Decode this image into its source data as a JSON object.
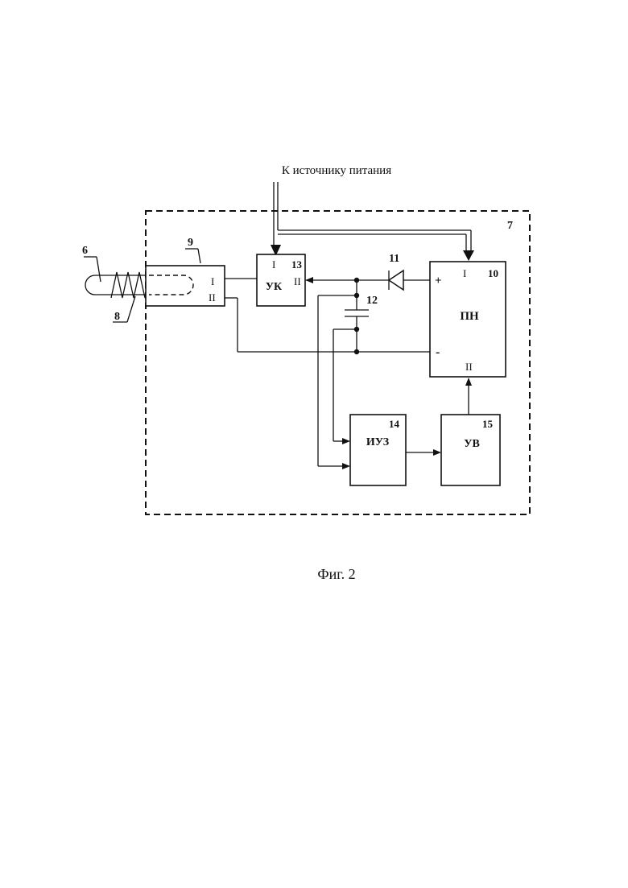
{
  "diagram": {
    "power_label": "К источнику питания",
    "caption": "Фиг. 2",
    "enclosure_number": "7",
    "callouts": {
      "rod": "6",
      "coil": "8",
      "sensor": "9",
      "diode": "11",
      "capacitor": "12"
    },
    "blocks": {
      "sensor": {
        "terminal_1": "I",
        "terminal_2": "II"
      },
      "uk": {
        "name": "УК",
        "number": "13",
        "terminal_1": "I",
        "terminal_2": "II"
      },
      "pn": {
        "name": "ПН",
        "number": "10",
        "terminal_1": "I",
        "terminal_2": "II",
        "plus": "+",
        "minus": "-"
      },
      "iuz": {
        "name": "ИУЗ",
        "number": "14"
      },
      "uv": {
        "name": "УВ",
        "number": "15"
      }
    }
  }
}
